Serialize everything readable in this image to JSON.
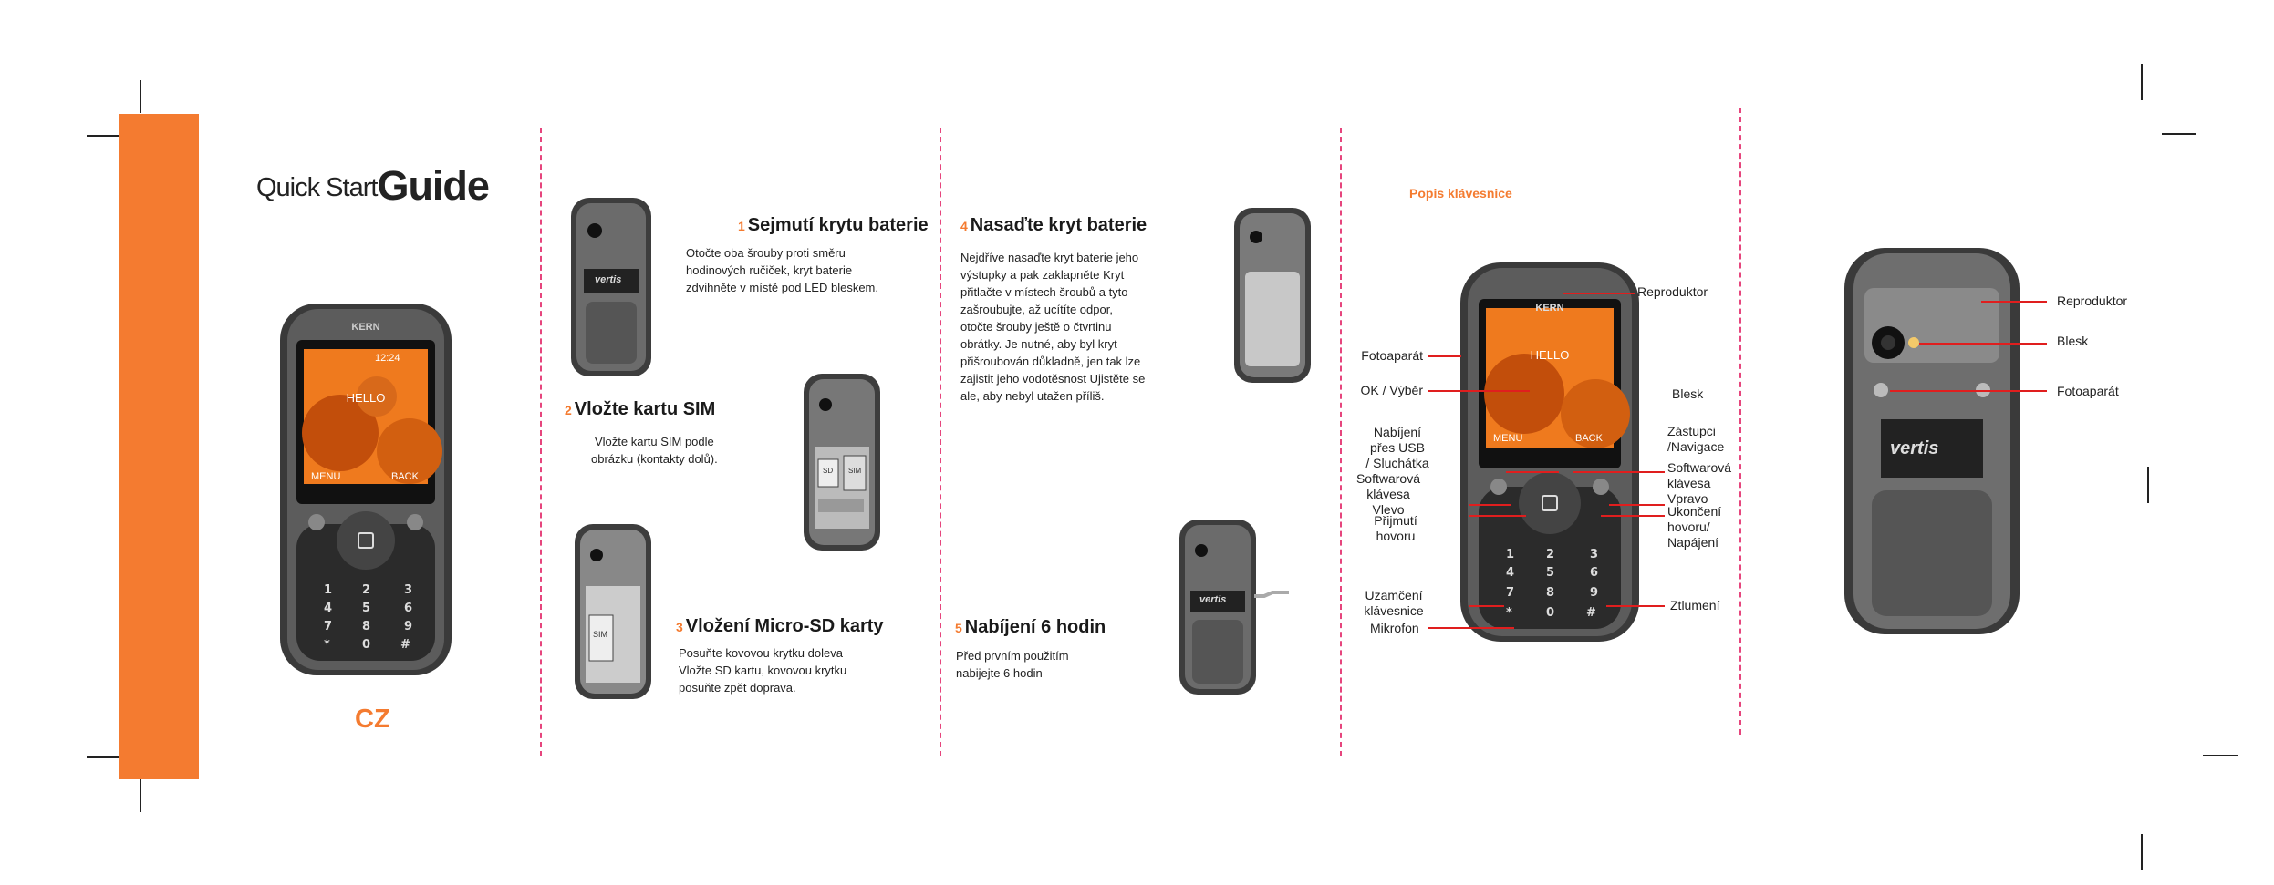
{
  "cover": {
    "quick_start": "Quick Start",
    "guide": "Guide",
    "language": "CZ",
    "phone_screen": {
      "hello": "HELLO",
      "menu": "MENU",
      "back": "BACK",
      "time": "12:24",
      "brand": "KERN"
    }
  },
  "steps": [
    {
      "num": "1",
      "title": "Sejmutí krytu baterie",
      "lines": [
        "Otočte oba šrouby proti směru",
        "hodinových ručiček, kryt baterie",
        "zdvihněte v místě pod LED bleskem."
      ]
    },
    {
      "num": "2",
      "title": "Vložte kartu SIM",
      "lines": [
        "Vložte kartu SIM podle",
        "obrázku (kontakty dolů)."
      ]
    },
    {
      "num": "3",
      "title": "Vložení Micro-SD karty",
      "lines": [
        "Posuňte kovovou krytku doleva",
        "Vložte SD kartu, kovovou krytku",
        "posuňte zpět doprava."
      ]
    },
    {
      "num": "4",
      "title": "Nasaďte kryt baterie",
      "lines": [
        "Nejdříve nasaďte kryt baterie jeho",
        "výstupky a pak zaklapněte Kryt",
        "přitlačte v místech šroubů a tyto",
        "zašroubujte, až ucítíte odpor,",
        "otočte šrouby ještě o čtvrtinu",
        "obrátky. Je nutné, aby byl kryt",
        "přišroubován důkladně, jen tak lze",
        "zajistit jeho vodotěsnost Ujistěte se",
        "ale, aby nebyl utažen příliš."
      ]
    },
    {
      "num": "5",
      "title": "Nabíjení 6 hodin",
      "lines": [
        "Před prvním použitím",
        "nabijejte 6 hodin"
      ]
    }
  ],
  "sim_labels": {
    "sim": "SIM",
    "sd": "SD"
  },
  "vertis_logo": "vertis",
  "keyboard": {
    "title": "Popis klávesnice",
    "labels": {
      "reproduktor": "Reproduktor",
      "fotoaparat": "Fotoaparát",
      "ok_vyber": "OK / Výběr",
      "blesk": "Blesk",
      "nabijeni": [
        "Nabíjení",
        "přes USB",
        "/ Sluchátka"
      ],
      "zastupci": [
        "Zástupci",
        "/Navigace"
      ],
      "soft_left": [
        "Softwarová",
        "klávesa",
        "Vlevo"
      ],
      "soft_right": [
        "Softwarová",
        "klávesa",
        "Vpravo"
      ],
      "prijmuti": [
        "Přijmutí",
        "hovoru"
      ],
      "ukonceni": [
        "Ukončení",
        "hovoru/",
        "Napájení"
      ],
      "uzamceni": [
        "Uzamčení",
        "klávesnice"
      ],
      "ztlumeni": "Ztlumení",
      "mikrofon": "Mikrofon"
    }
  },
  "back_view": {
    "reproduktor": "Reproduktor",
    "blesk": "Blesk",
    "fotoaparat": "Fotoaparát"
  },
  "colors": {
    "accent": "#f47b30",
    "divider": "#e6457d",
    "leader": "#e01e1e"
  }
}
